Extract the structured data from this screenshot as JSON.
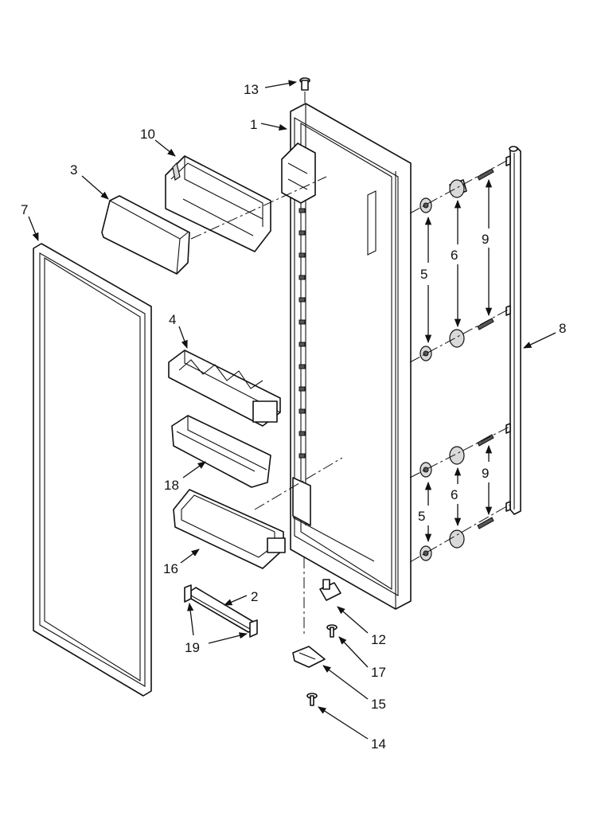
{
  "callouts": {
    "c1": "1",
    "c2": "2",
    "c3": "3",
    "c4": "4",
    "c5a": "5",
    "c5b": "5",
    "c6a": "6",
    "c6b": "6",
    "c7": "7",
    "c8": "8",
    "c9a": "9",
    "c9b": "9",
    "c10": "10",
    "c12": "12",
    "c13": "13",
    "c14": "14",
    "c15": "15",
    "c16": "16",
    "c17": "17",
    "c18": "18",
    "c19": "19"
  },
  "colors": {
    "line": "#111111",
    "background": "#ffffff"
  }
}
